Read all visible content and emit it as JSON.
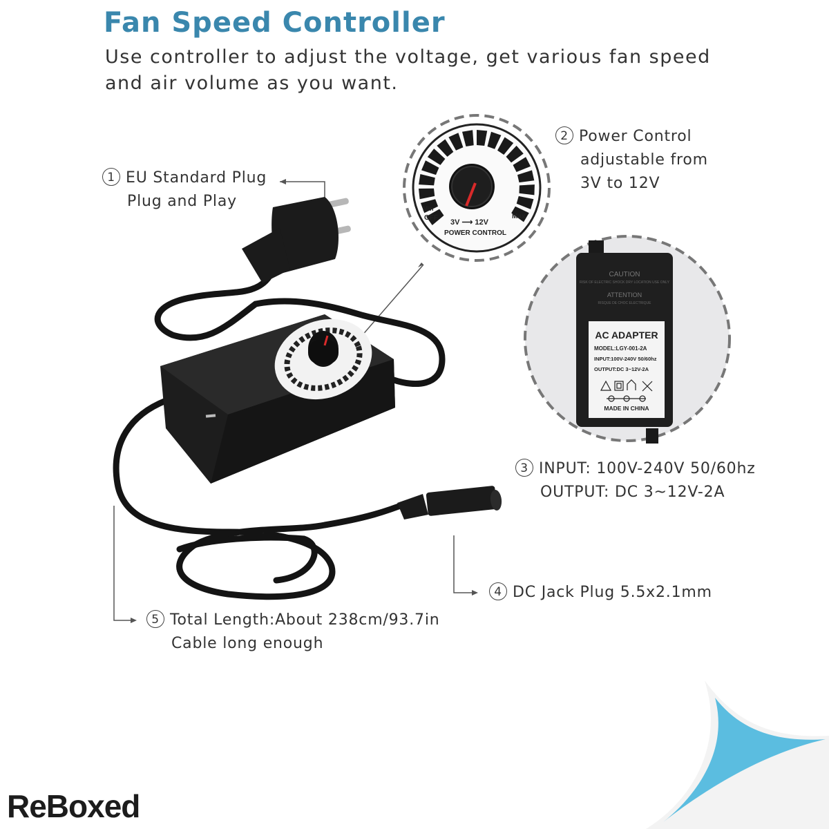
{
  "header": {
    "title": "Fan Speed Controller",
    "subtitle": "Use controller to adjust the voltage, get various fan speed and air volume as you want."
  },
  "callouts": [
    {
      "number": "1",
      "line1": "EU Standard Plug",
      "line2": "Plug and Play"
    },
    {
      "number": "2",
      "line1": "Power Control",
      "line2": "adjustable from",
      "line3": "3V to 12V"
    },
    {
      "number": "3",
      "line1": "INPUT: 100V-240V 50/60hz",
      "line2": "OUTPUT: DC 3~12V-2A"
    },
    {
      "number": "4",
      "line1": "DC Jack Plug 5.5x2.1mm"
    },
    {
      "number": "5",
      "line1": "Total Length:About 238cm/93.7in",
      "line2": "Cable long enough"
    }
  ],
  "dial": {
    "min_label": "Min",
    "off_label": "OFF",
    "max_label": "Max",
    "range_label": "3V ⟶ 12V",
    "caption": "POWER CONTROL"
  },
  "adapter_label": {
    "caution": "CAUTION",
    "caution_small": "RISK OF ELECTRIC SHOCK DRY LOCATION USE ONLY",
    "attention": "ATTENTION",
    "attention_small": "RISQUE DE CHOC ELECTRIQUE",
    "heading": "AC ADAPTER",
    "model": "MODEL:LGY-001-2A",
    "input": "INPUT:100V-240V 50/60hz",
    "output": "OUTPUT:DC 3~12V-2A",
    "made_in": "MADE IN CHINA"
  },
  "brand": {
    "logo_text": "ReBoxed"
  },
  "colors": {
    "title": "#3a87ad",
    "accent_corner": "#5bbde0",
    "dial_needle": "#d82a2a"
  }
}
